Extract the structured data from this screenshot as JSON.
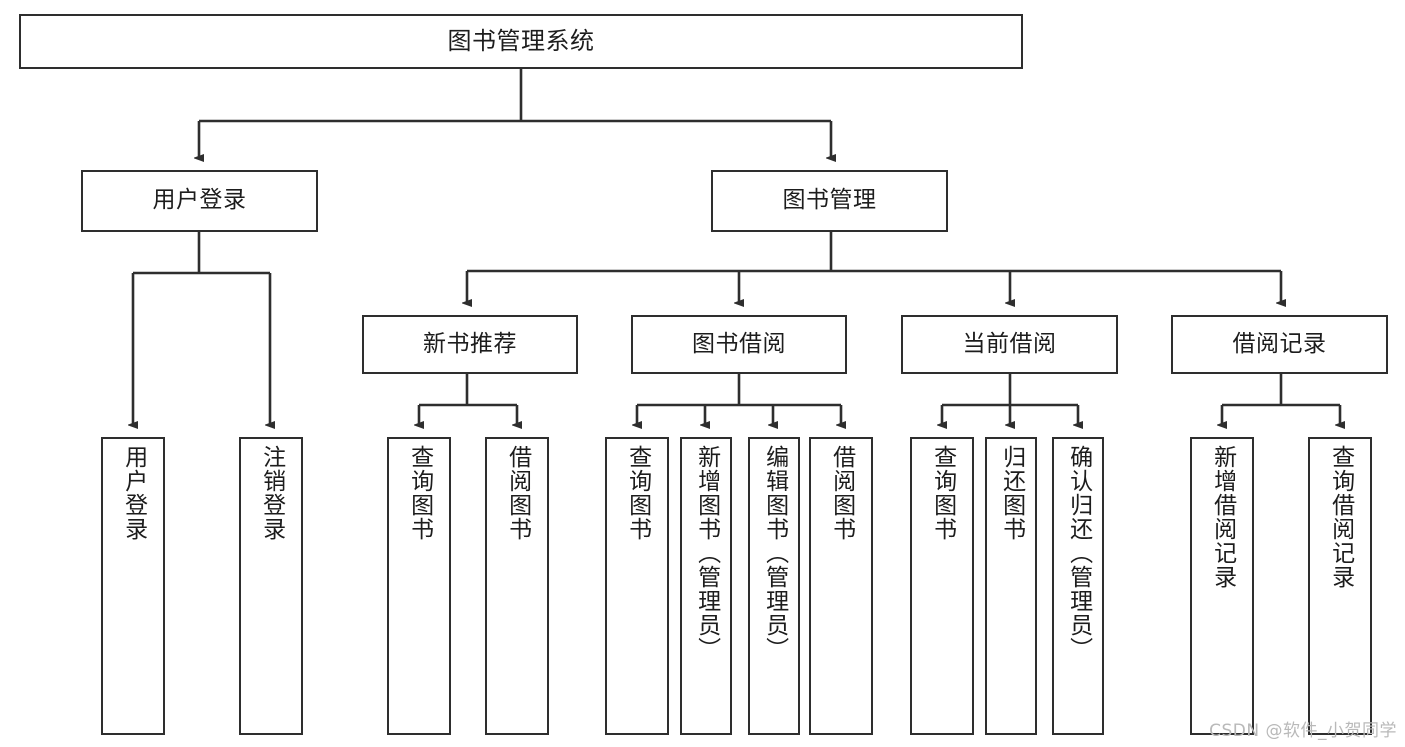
{
  "diagram": {
    "title": "图书管理系统",
    "type": "tree-hierarchy-diagram",
    "colors": {
      "box_border": "#2e2e2e",
      "box_fill": "#ffffff",
      "connector": "#2e2e2e",
      "text": "#1d1d1d",
      "watermark": "#b9b9b9",
      "background": "#ffffff"
    },
    "root": {
      "label": "图书管理系统"
    },
    "level2": [
      {
        "label": "用户登录"
      },
      {
        "label": "图书管理"
      }
    ],
    "level3": [
      {
        "label": "新书推荐"
      },
      {
        "label": "图书借阅"
      },
      {
        "label": "当前借阅"
      },
      {
        "label": "借阅记录"
      }
    ],
    "leaves": {
      "user_login": [
        {
          "label": "用户登录"
        },
        {
          "label": "注销登录"
        }
      ],
      "new_book_recommend": [
        {
          "label": "查询图书"
        },
        {
          "label": "借阅图书"
        }
      ],
      "book_borrow": [
        {
          "label": "查询图书"
        },
        {
          "label": "新增图书（管理员）"
        },
        {
          "label": "编辑图书（管理员）"
        },
        {
          "label": "借阅图书"
        }
      ],
      "current_borrow": [
        {
          "label": "查询图书"
        },
        {
          "label": "归还图书"
        },
        {
          "label": "确认归还（管理员）"
        }
      ],
      "borrow_record": [
        {
          "label": "新增借阅记录"
        },
        {
          "label": "查询借阅记录"
        }
      ]
    }
  },
  "watermark": {
    "text": "CSDN @软件_小贺同学"
  }
}
